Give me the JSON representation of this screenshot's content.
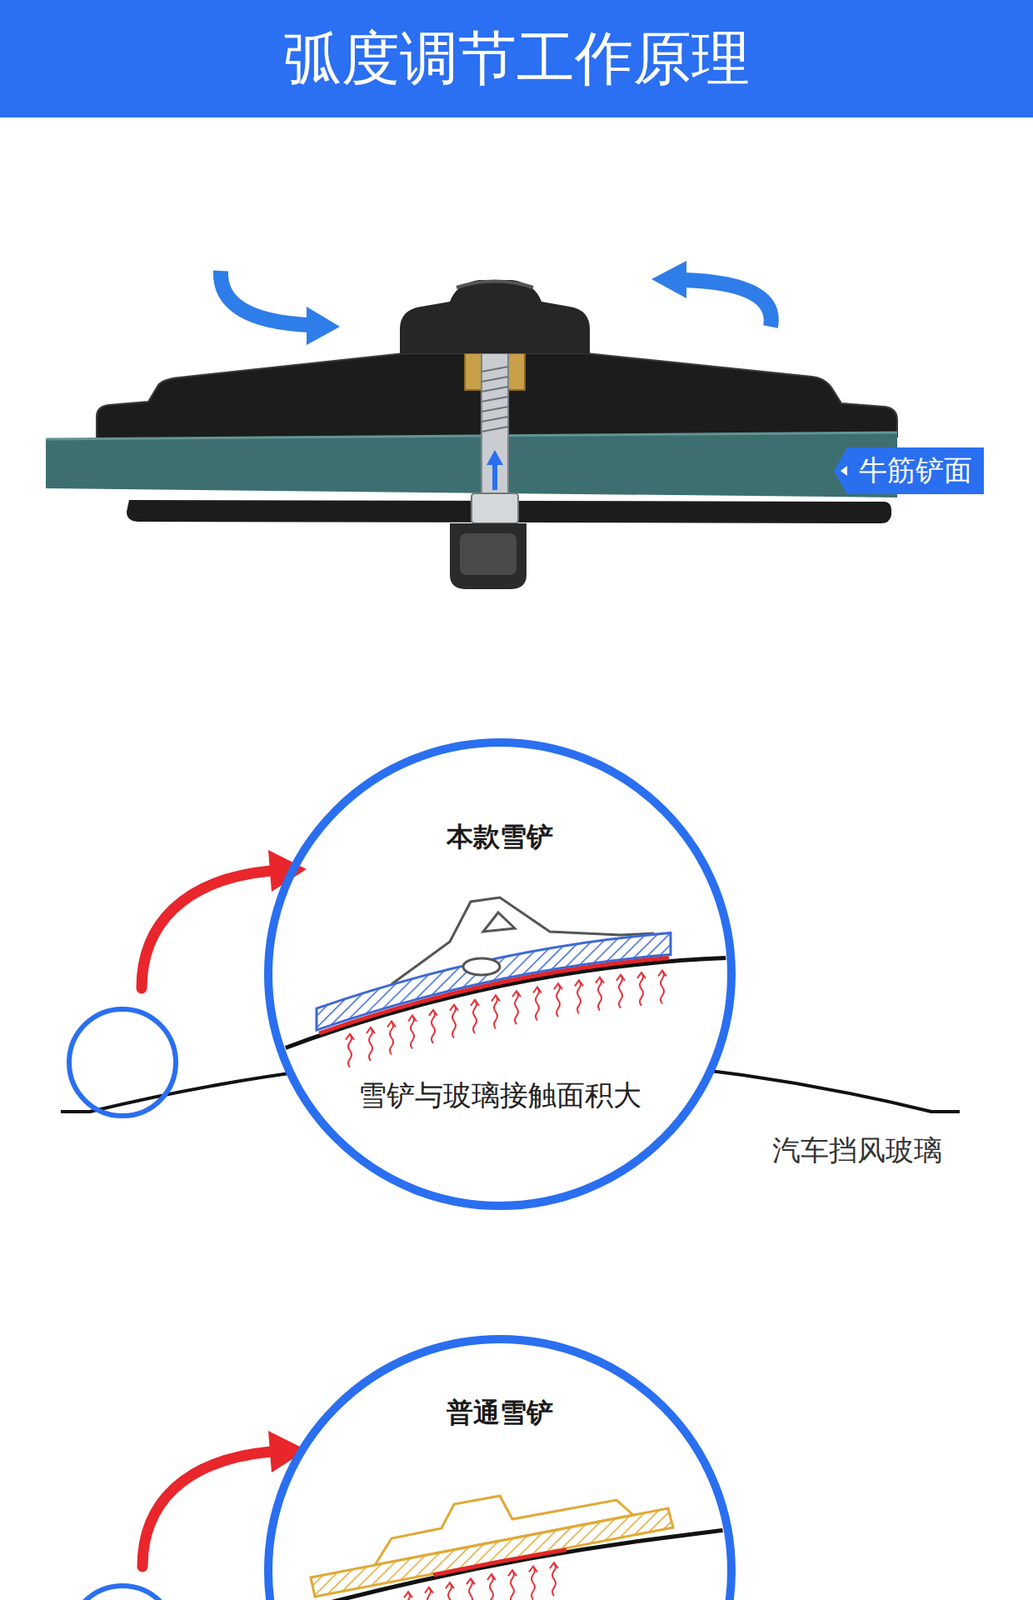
{
  "diagram": {
    "title": "弧度调节工作原理",
    "nodes": [
      {
        "text": [
          "牛筋铲面"
        ]
      },
      {
        "text": [
          "本款雪铲",
          "雪铲与玻璃接触面积大"
        ]
      },
      {
        "text": [
          "普通雪铲"
        ]
      }
    ],
    "labels": [
      "汽车挡风玻璃"
    ]
  }
}
